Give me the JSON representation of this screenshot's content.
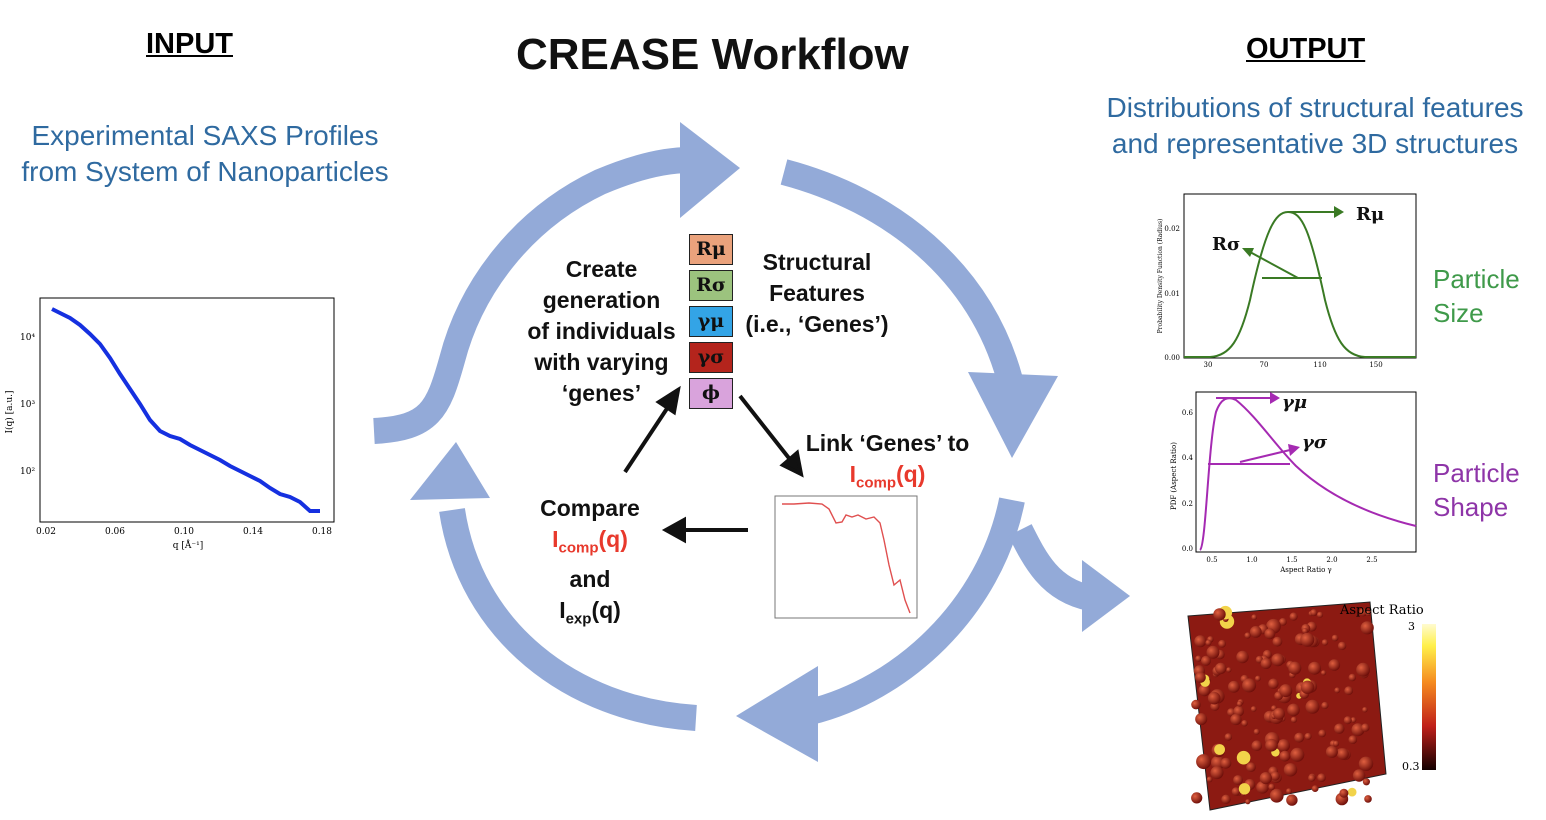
{
  "input": {
    "heading": "INPUT",
    "line1": "Experimental SAXS Profiles",
    "line2": "from System of Nanoparticles"
  },
  "title": "CREASE Workflow",
  "output": {
    "heading": "OUTPUT",
    "line1": "Distributions of structural features",
    "line2": "and representative 3D structures",
    "size_label": [
      "Particle",
      "Size"
    ],
    "shape_label": [
      "Particle",
      "Shape"
    ]
  },
  "steps": {
    "create": [
      "Create",
      "generation",
      "of individuals",
      "with varying",
      "‘genes’"
    ],
    "features": [
      "Structural",
      "Features",
      "(i.e., ‘Genes’)"
    ],
    "link": "Link ‘Genes’ to",
    "icomp": "I",
    "icomp_sub": "comp",
    "icomp_q": "(q)",
    "compare": "Compare",
    "and": "and",
    "iexp": "I",
    "iexp_sub": "exp",
    "iexp_q": "(q)"
  },
  "genes": [
    {
      "label": "Rμ",
      "color": "#eaa27c"
    },
    {
      "label": "Rσ",
      "color": "#9cc37e"
    },
    {
      "label": "γμ",
      "color": "#33a4e6"
    },
    {
      "label": "γσ",
      "color": "#b4241c"
    },
    {
      "label": "ϕ",
      "color": "#d9a3dc"
    }
  ],
  "colors": {
    "cycle_arrow": "#93aad8",
    "saxs_curve": "#1530e0",
    "size_curve": "#3a7a24",
    "shape_curve": "#a52ab2",
    "icomp_curve": "#e05050"
  },
  "saxs_plot": {
    "ylabel": "I(q) [a.u.]",
    "xlabel": "q [Å⁻¹]",
    "xticks": [
      "0.02",
      "0.06",
      "0.10",
      "0.14",
      "0.18"
    ],
    "yticks": [
      "10⁴",
      "10³",
      "10²"
    ]
  },
  "size_plot": {
    "ylabel": "Probability Density Function (Radius)",
    "xticks": [
      "30",
      "70",
      "110",
      "150"
    ],
    "yticks": [
      "0.02",
      "0.01",
      "0.00"
    ],
    "mu_label": "Rμ",
    "sigma_label": "Rσ"
  },
  "shape_plot": {
    "ylabel": "PDF (Aspect Ratio)",
    "xlabel": "Aspect Ratio γ",
    "xticks": [
      "0.5",
      "1.0",
      "1.5",
      "2.0",
      "2.5"
    ],
    "yticks": [
      "0.6",
      "0.4",
      "0.2",
      "0.0"
    ],
    "mu_label": "γμ",
    "sigma_label": "γσ"
  },
  "structure": {
    "colorbar_title": "Aspect Ratio",
    "colorbar_max": "3",
    "colorbar_min": "0.3"
  }
}
